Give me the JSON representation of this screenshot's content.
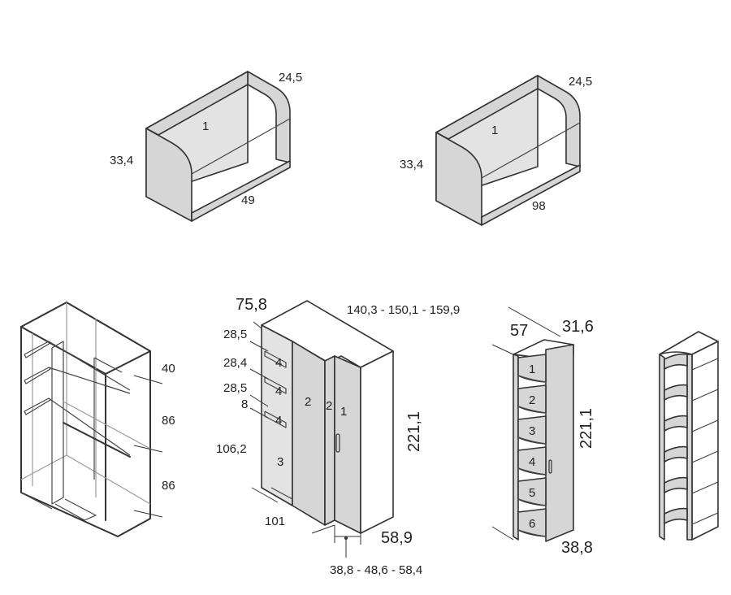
{
  "colors": {
    "panel": "#d6d6d6",
    "panel_light": "#e3e3e3",
    "line": "#333333",
    "ghost": "#9a9a9a"
  },
  "shelf_small": {
    "width": "49",
    "height": "33,4",
    "depth": "24,5",
    "number": "1"
  },
  "shelf_large": {
    "width": "98",
    "height": "33,4",
    "depth": "24,5",
    "number": "1"
  },
  "wardrobe_frame": {
    "dim_top": "40",
    "dim_mid": "86",
    "dim_bottom": "86"
  },
  "corner_wardrobe": {
    "width_options": "140,3 - 150,1 - 159,9",
    "side": "75,8",
    "height": "221,1",
    "depth": "58,9",
    "door_options": "38,8 - 48,6 - 58,4",
    "inner_depth": "101",
    "dims_left": [
      "28,5",
      "28,4",
      "28,5",
      "8",
      "106,2"
    ],
    "shelf_marks": [
      "4",
      "4",
      "4"
    ],
    "part_labels": [
      "3",
      "2",
      "2",
      "1"
    ]
  },
  "corner_shelf_unit": {
    "top_left": "57",
    "top_right": "31,6",
    "height": "221,1",
    "bottom": "38,8",
    "shelf_numbers": [
      "1",
      "2",
      "3",
      "4",
      "5",
      "6"
    ]
  }
}
